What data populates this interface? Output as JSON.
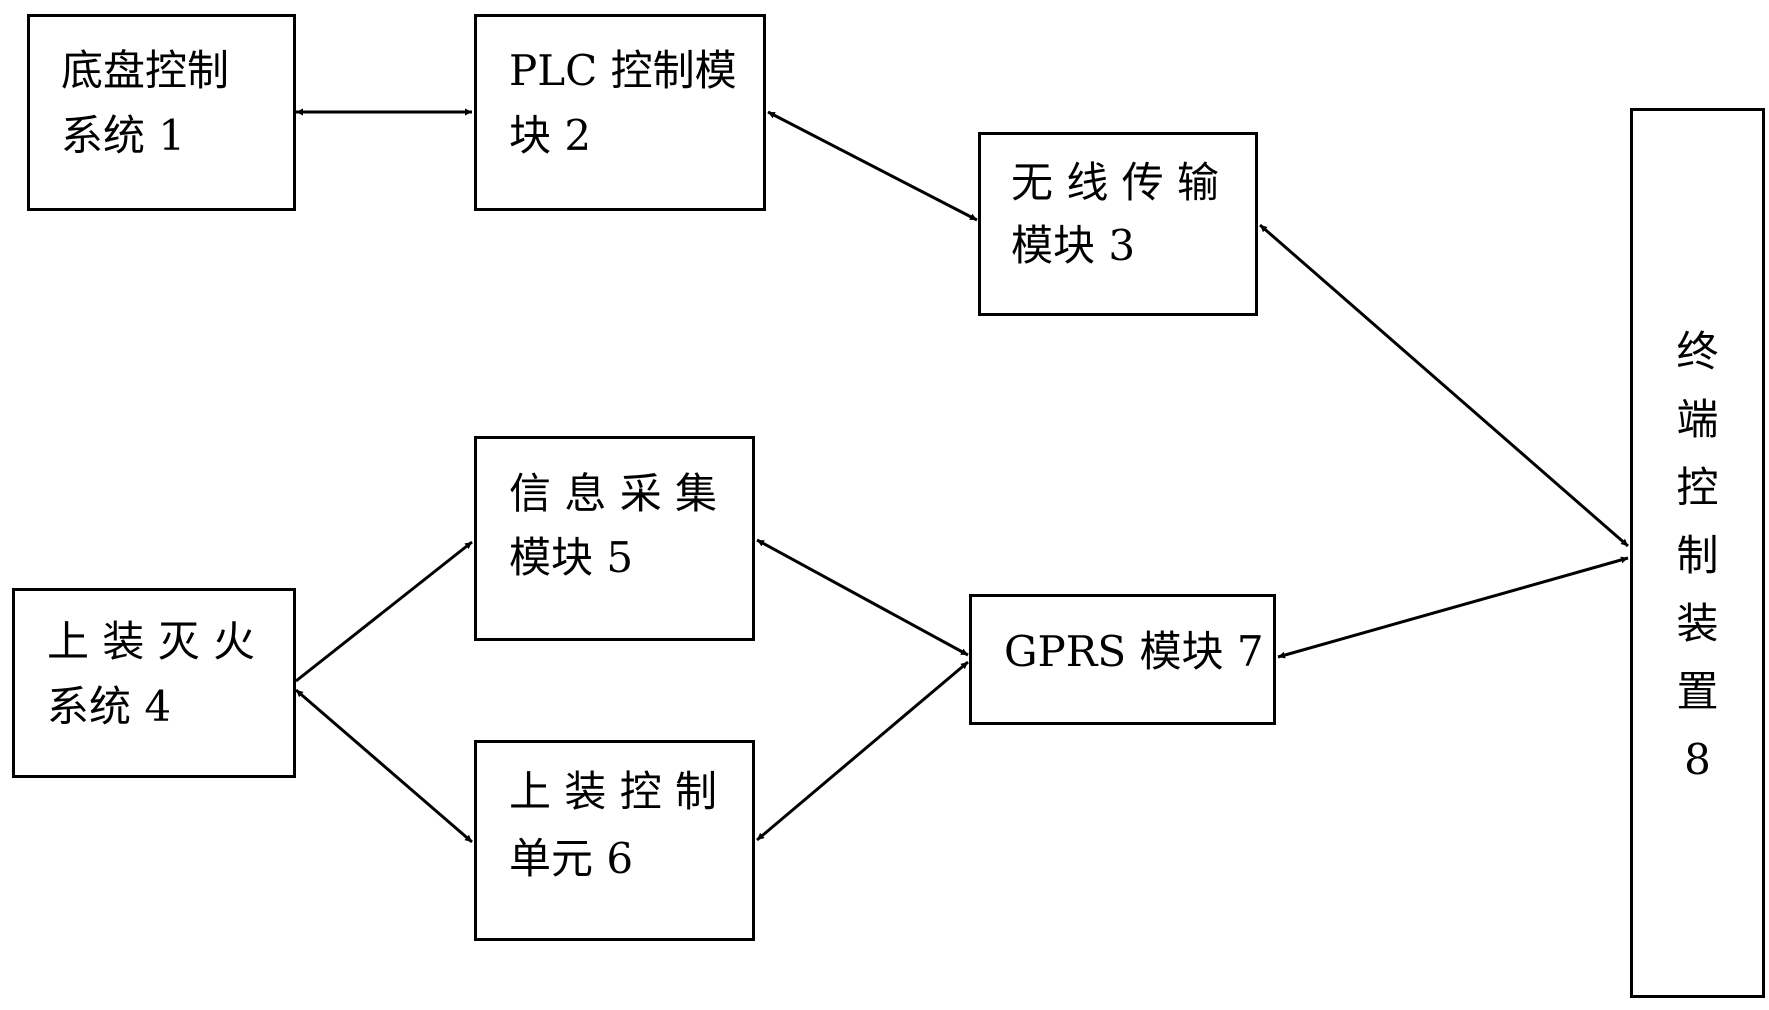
{
  "boxes": {
    "chassis": {
      "line1": "底盘控制",
      "line2": "系统 1"
    },
    "plc": {
      "line1": "PLC 控制模",
      "line2": "块 2"
    },
    "wireless": {
      "line1": "无 线 传 输",
      "line2": "模块 3"
    },
    "firefighting": {
      "line1": "上 装 灭 火",
      "line2": "系统 4"
    },
    "info": {
      "line1": "信 息 采 集",
      "line2": "模块 5"
    },
    "upper_control": {
      "line1": "上 装 控 制",
      "line2": "单元 6"
    },
    "gprs": {
      "line1": "GPRS 模块 7"
    },
    "terminal": {
      "chars": [
        "终",
        "端",
        "控",
        "制",
        "装",
        "置",
        "8"
      ]
    }
  }
}
